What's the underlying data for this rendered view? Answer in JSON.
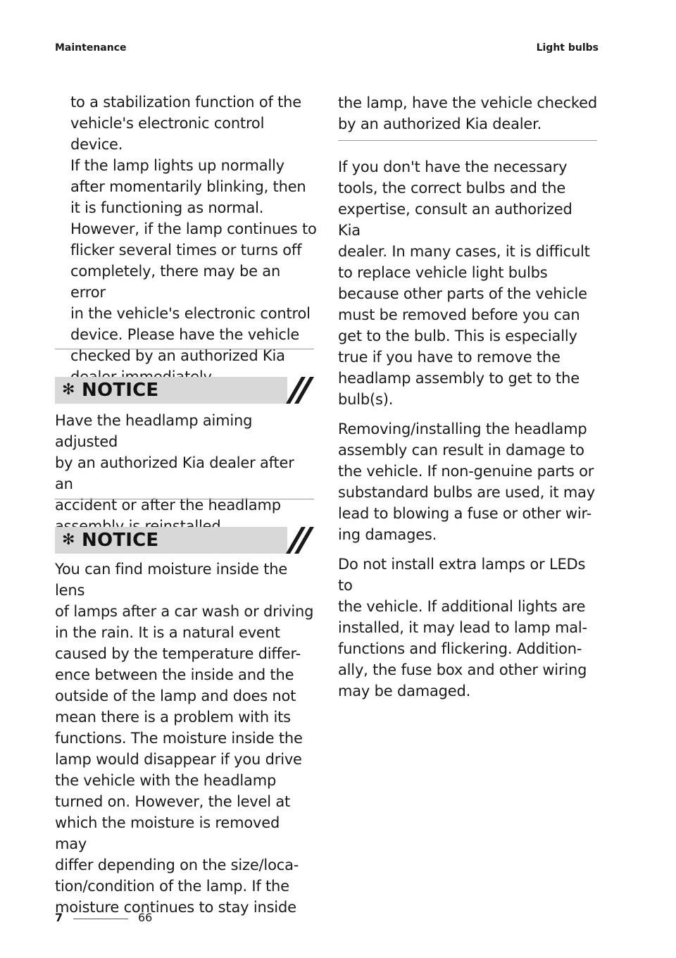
{
  "header": {
    "left": "Maintenance",
    "right": "Light bulbs"
  },
  "left_column": {
    "continued_lines": [
      "to a stabilization function of the",
      "vehicle's electronic control device.",
      "If the lamp lights up normally",
      "after momentarily blinking, then",
      "it is functioning as normal.",
      "However, if the lamp continues to",
      "flicker several times or turns off",
      "completely, there may be an error",
      "in the vehicle's electronic control",
      "device. Please have the vehicle",
      "checked by an authorized Kia",
      "dealer immediately."
    ],
    "notice1": {
      "symbol": "✻",
      "title": "NOTICE",
      "lines": [
        "Have the headlamp aiming adjusted",
        "by an authorized Kia dealer after an",
        "accident or after the headlamp",
        "assembly is reinstalled."
      ]
    },
    "notice2": {
      "symbol": "✻",
      "title": "NOTICE",
      "lines": [
        "You can find moisture inside the lens",
        "of lamps after a car wash or driving",
        "in the rain. It is a natural event",
        "caused by the temperature differ-",
        "ence between the inside and the",
        "outside of the lamp and does not",
        "mean there is a problem with its",
        "functions. The moisture inside the",
        "lamp would disappear if you drive",
        "the vehicle with the headlamp",
        "turned on. However, the level at",
        "which the moisture is removed may",
        "differ depending on the size/loca-",
        "tion/condition of the lamp. If the",
        "moisture continues to stay inside"
      ]
    }
  },
  "right_column": {
    "continued_lines": [
      "the lamp, have the vehicle checked",
      "by an authorized Kia dealer."
    ],
    "paragraphs": [
      [
        "If you don't have the necessary",
        "tools, the correct bulbs and the",
        "expertise, consult an authorized Kia",
        "dealer. In many cases, it is difficult",
        "to replace vehicle light bulbs",
        "because other parts of the vehicle",
        "must be removed before you can",
        "get to the bulb. This is especially",
        "true if you have to remove the",
        "headlamp assembly to get to the",
        "bulb(s)."
      ],
      [
        "Removing/installing the headlamp",
        "assembly can result in damage to",
        "the vehicle. If non-genuine parts or",
        "substandard bulbs are used, it may",
        "lead to blowing a fuse or other wir-",
        "ing damages."
      ],
      [
        "Do not install extra lamps or LEDs to",
        "the vehicle. If additional lights are",
        "installed, it may lead to lamp mal-",
        "functions and flickering. Addition-",
        "ally, the fuse box and other wiring",
        "may be damaged."
      ]
    ]
  },
  "footer": {
    "chapter": "7",
    "page": "66"
  }
}
